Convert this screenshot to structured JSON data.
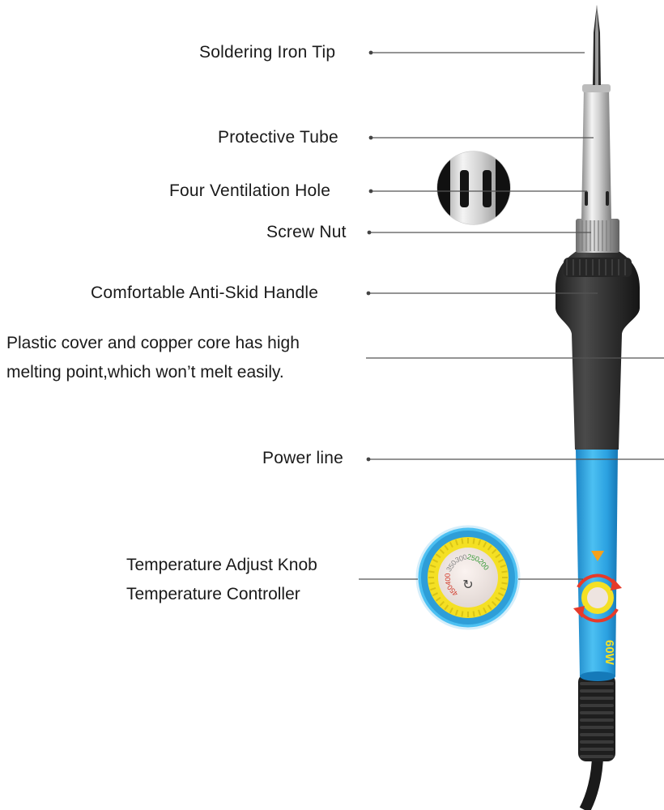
{
  "labels": {
    "tip": "Soldering Iron Tip",
    "tube": "Protective Tube",
    "vent": "Four Ventilation Hole",
    "nut": "Screw Nut",
    "handle": "Comfortable Anti-Skid Handle",
    "cover_line1": "Plastic cover and copper core has high",
    "cover_line2": "melting point,which won’t melt easily.",
    "power": "Power line",
    "knob_line1": "Temperature Adjust Knob",
    "knob_line2": "Temperature Controller"
  },
  "dial": {
    "marks": [
      "200",
      "250",
      "300",
      "350",
      "400",
      "450"
    ],
    "body_text": "60W"
  },
  "colors": {
    "handle_black": "#2b2b2b",
    "body_blue": "#35a9e4",
    "knob_yellow": "#f4e024",
    "arrow_red": "#e63a2a",
    "leader_line": "#555555"
  }
}
